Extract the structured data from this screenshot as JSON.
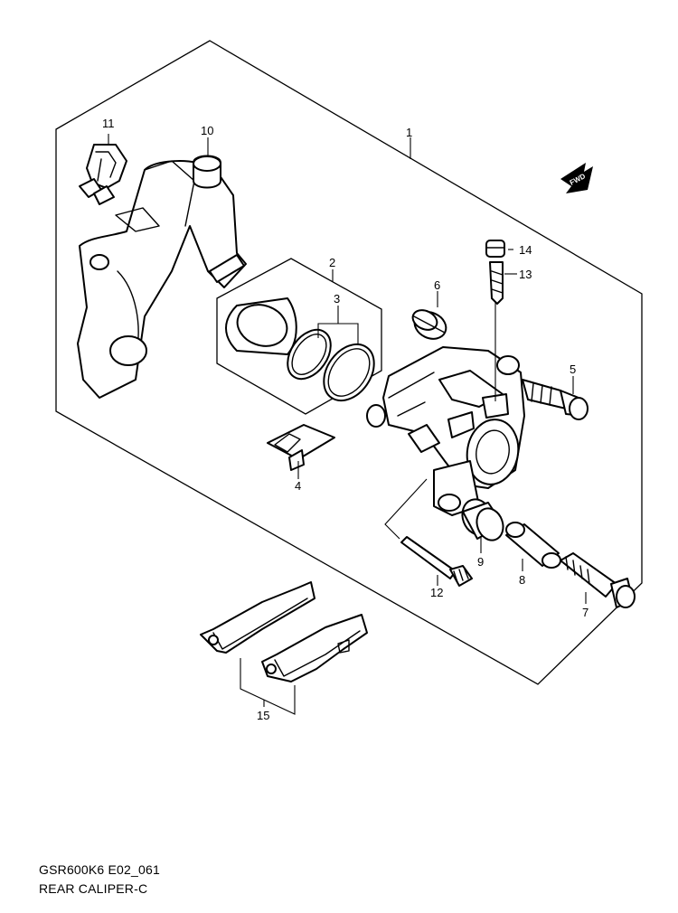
{
  "callouts": {
    "c1": "1",
    "c2": "2",
    "c3": "3",
    "c4": "4",
    "c5": "5",
    "c6": "6",
    "c7": "7",
    "c8": "8",
    "c9": "9",
    "c10": "10",
    "c11": "11",
    "c12": "12",
    "c13": "13",
    "c14": "14",
    "c15": "15"
  },
  "fwd_label": "FWD",
  "caption": {
    "code": "GSR600K6 E02_061",
    "title": "REAR CALIPER-C"
  }
}
